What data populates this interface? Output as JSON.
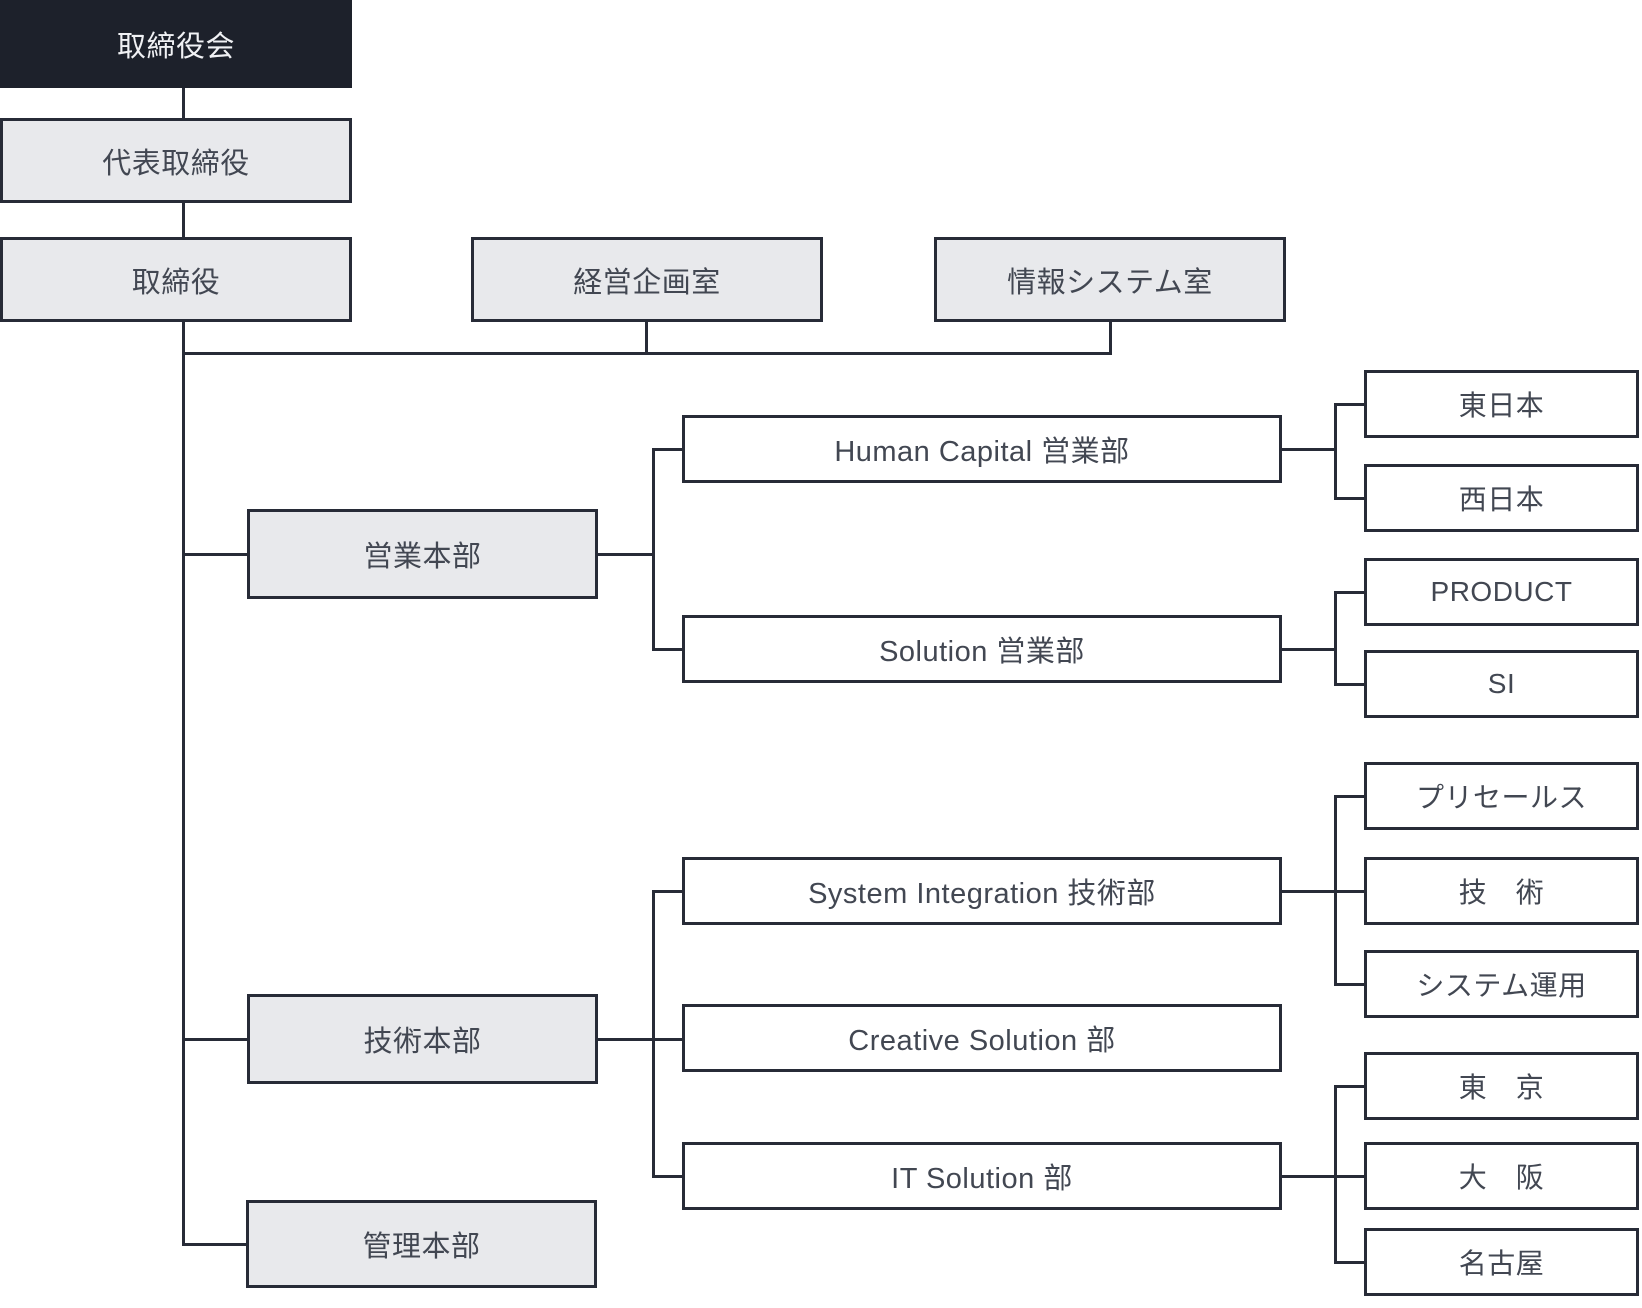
{
  "palette": {
    "dark_bg": "#1d212b",
    "gray_bg": "#e8e9ec",
    "white_bg": "#ffffff",
    "border": "#272b37",
    "line": "#272b37",
    "text": "#424752",
    "text_light": "#f0f1f4"
  },
  "nodes": {
    "board": {
      "label": "取締役会"
    },
    "representative_director": {
      "label": "代表取締役"
    },
    "director": {
      "label": "取締役"
    },
    "corporate_planning": {
      "label": "経営企画室"
    },
    "information_systems": {
      "label": "情報システム室"
    },
    "sales_division": {
      "label": "営業本部"
    },
    "human_capital_sales": {
      "label": "Human Capital 営業部"
    },
    "east_japan": {
      "label": "東日本"
    },
    "west_japan": {
      "label": "西日本"
    },
    "solution_sales": {
      "label": "Solution 営業部"
    },
    "product": {
      "label": "PRODUCT"
    },
    "si": {
      "label": "SI"
    },
    "technology_division": {
      "label": "技術本部"
    },
    "system_integration": {
      "label": "System Integration 技術部"
    },
    "presales": {
      "label": "プリセールス"
    },
    "engineering": {
      "label": "技　術"
    },
    "system_operation": {
      "label": "システム運用"
    },
    "creative_solution": {
      "label": "Creative Solution 部"
    },
    "it_solution": {
      "label": "IT Solution 部"
    },
    "tokyo": {
      "label": "東　京"
    },
    "osaka": {
      "label": "大　阪"
    },
    "nagoya": {
      "label": "名古屋"
    },
    "admin_division": {
      "label": "管理本部"
    }
  },
  "hierarchy": {
    "id": "board",
    "children": [
      {
        "id": "representative_director",
        "children": [
          {
            "id": "director",
            "children": [
              {
                "id": "corporate_planning"
              },
              {
                "id": "information_systems"
              },
              {
                "id": "sales_division",
                "children": [
                  {
                    "id": "human_capital_sales",
                    "children": [
                      {
                        "id": "east_japan"
                      },
                      {
                        "id": "west_japan"
                      }
                    ]
                  },
                  {
                    "id": "solution_sales",
                    "children": [
                      {
                        "id": "product"
                      },
                      {
                        "id": "si"
                      }
                    ]
                  }
                ]
              },
              {
                "id": "technology_division",
                "children": [
                  {
                    "id": "system_integration",
                    "children": [
                      {
                        "id": "presales"
                      },
                      {
                        "id": "engineering"
                      },
                      {
                        "id": "system_operation"
                      }
                    ]
                  },
                  {
                    "id": "creative_solution"
                  },
                  {
                    "id": "it_solution",
                    "children": [
                      {
                        "id": "tokyo"
                      },
                      {
                        "id": "osaka"
                      },
                      {
                        "id": "nagoya"
                      }
                    ]
                  }
                ]
              },
              {
                "id": "admin_division"
              }
            ]
          }
        ]
      }
    ]
  }
}
